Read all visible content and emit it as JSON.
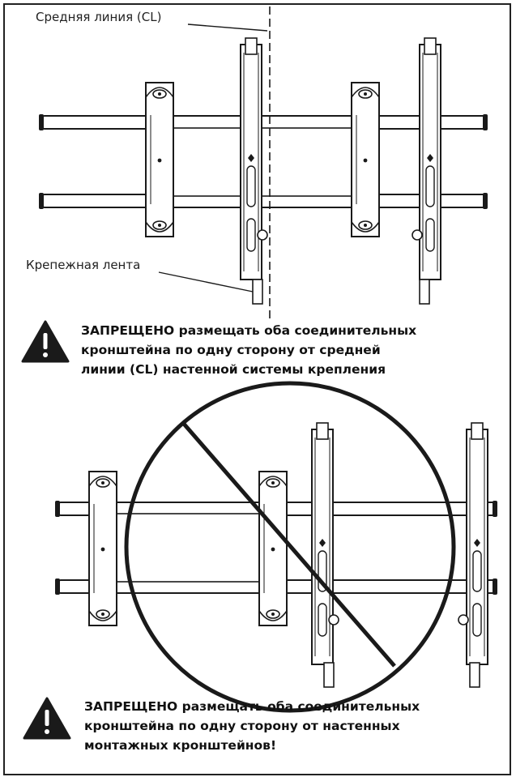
{
  "labels": {
    "centerline": "Средняя линия (CL)",
    "mounting_strap": "Крепежная лента"
  },
  "warnings": [
    {
      "lines": [
        "ЗАПРЕЩЕНО размещать оба соединительных",
        "кронштейна по одну сторону от средней",
        "линии (CL) настенной системы крепления"
      ]
    },
    {
      "lines": [
        "ЗАПРЕЩЕНО размещать оба соединительных",
        "кронштейна по одну сторону от настенных",
        "монтажных кронштейнов!"
      ]
    }
  ],
  "warning_icon": "exclamation-triangle-icon",
  "colors": {
    "line": "#1a1a1a",
    "background": "#ffffff"
  }
}
